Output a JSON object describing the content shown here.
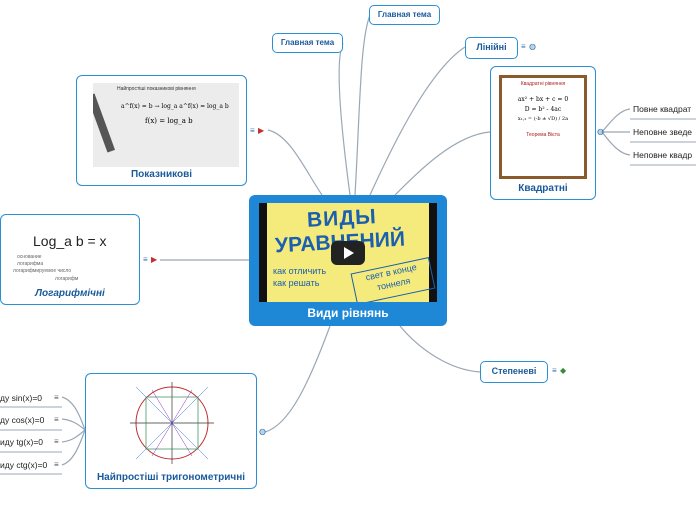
{
  "central": {
    "label": "Види рівнянь",
    "video_title_line1": "ВИДЫ",
    "video_title_line2": "УРАВНЕНИЙ",
    "video_sub1": "как отличить",
    "video_sub2": "как решать",
    "video_stamp1": "свет в конце",
    "video_stamp2": "тоннеля"
  },
  "topics": {
    "glavnaya1": "Главная тема",
    "glavnaya2": "Главная тема",
    "liniyni": "Лінійні",
    "kvadratni": "Квадратні",
    "pokaznykovi": "Показникові",
    "logaryfmichni": "Логарифмічні",
    "stepenevi": "Степеневі",
    "tryhonometrychni": "Найпростіші тригонометричні"
  },
  "kvadratni_leaves": [
    "Повне квадрат",
    "Неповне зведе",
    "Неповне квадр"
  ],
  "trig_leaves": [
    "ду sin(x)=0",
    "ду cos(x)=0",
    "иду tg(x)=0",
    "иду ctg(x)=0"
  ],
  "images": {
    "kvadratni_title": "Квадратні рівняння",
    "kvadratni_eq": "ax² + bx + c = 0",
    "kvadratni_disc": "D = b² - 4ac",
    "kvadratni_root": "x₁,₂ = (-b ± √D) / 2a",
    "kvadratni_vieta": "Теорема Вієта",
    "pokaz_head": "Найпростіші показникові рівняння",
    "pokaz_eq1": "a^f(x) = b → log_a a^f(x) = log_a b",
    "pokaz_eq2": "f(x) = log_a b",
    "log_formula": "Log_a b = x",
    "log_note1": "основание",
    "log_note2": "логарифма",
    "log_note3": "логарифмируемое число",
    "log_note4": "логарифм"
  }
}
